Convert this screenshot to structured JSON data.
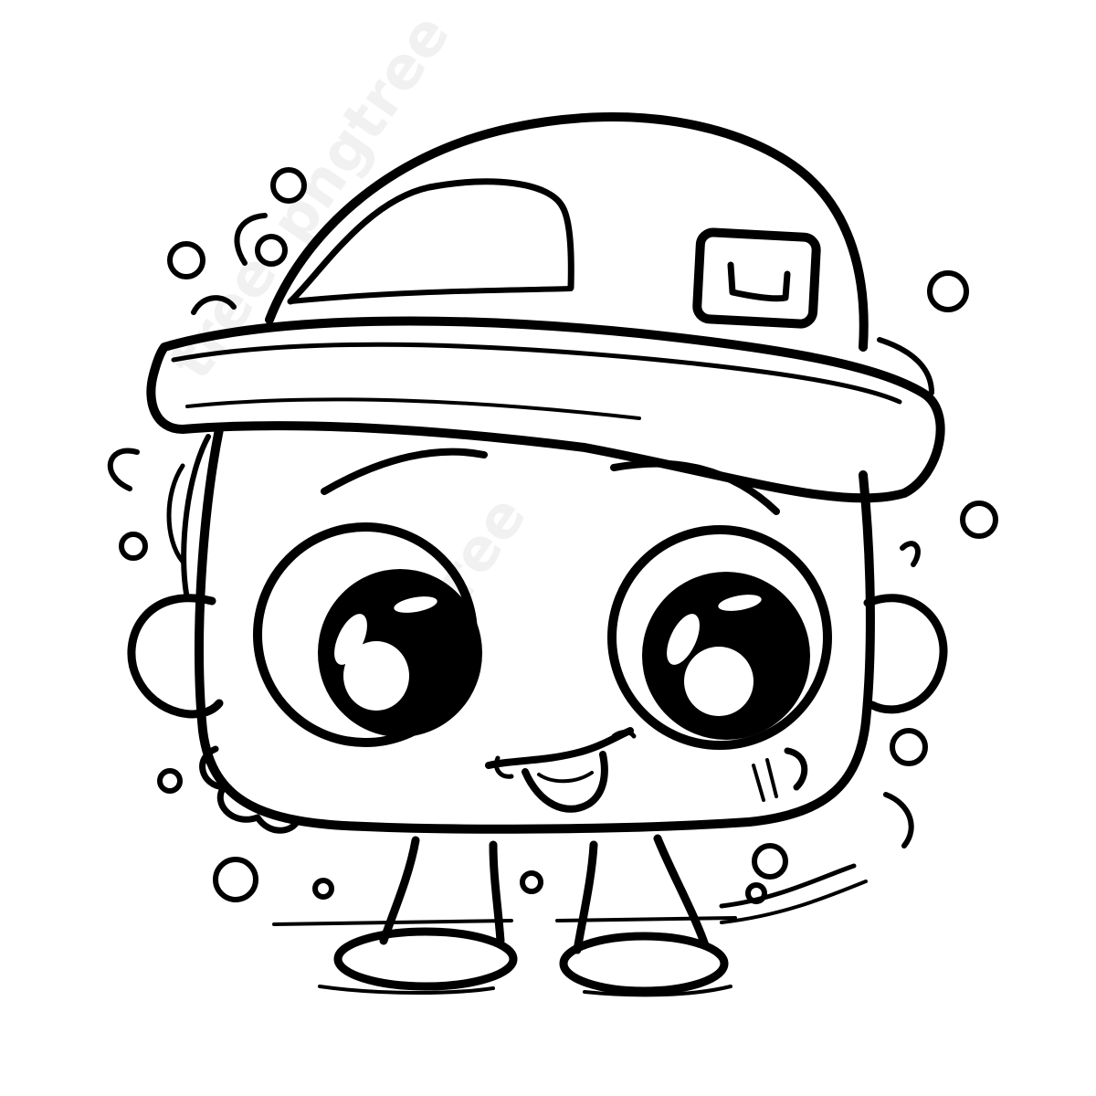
{
  "image": {
    "subject": "cartoon character with hat",
    "style": "black line art coloring page",
    "background_color": "#ffffff",
    "line_color": "#000000"
  },
  "watermarks": [
    "pngtree",
    "ngtree",
    "tree"
  ]
}
